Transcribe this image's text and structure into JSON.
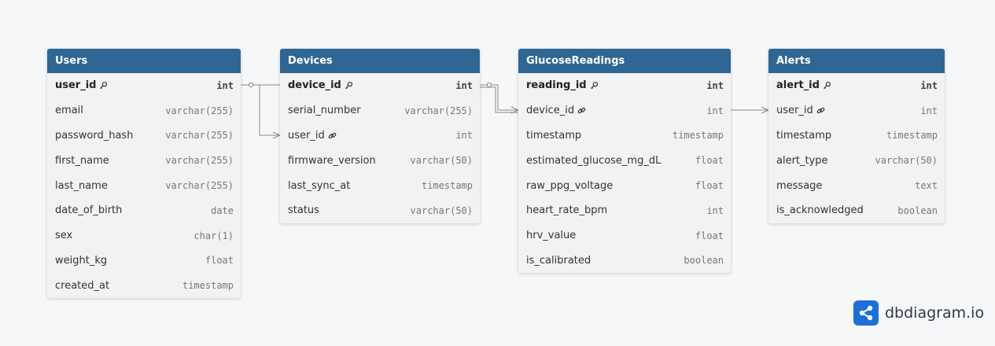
{
  "tables": {
    "users": {
      "name": "Users",
      "columns": [
        {
          "name": "user_id",
          "type": "int",
          "key": "pk"
        },
        {
          "name": "email",
          "type": "varchar(255)"
        },
        {
          "name": "password_hash",
          "type": "varchar(255)"
        },
        {
          "name": "first_name",
          "type": "varchar(255)"
        },
        {
          "name": "last_name",
          "type": "varchar(255)"
        },
        {
          "name": "date_of_birth",
          "type": "date"
        },
        {
          "name": "sex",
          "type": "char(1)"
        },
        {
          "name": "weight_kg",
          "type": "float"
        },
        {
          "name": "created_at",
          "type": "timestamp"
        }
      ]
    },
    "devices": {
      "name": "Devices",
      "columns": [
        {
          "name": "device_id",
          "type": "int",
          "key": "pk"
        },
        {
          "name": "serial_number",
          "type": "varchar(255)"
        },
        {
          "name": "user_id",
          "type": "int",
          "key": "fk"
        },
        {
          "name": "firmware_version",
          "type": "varchar(50)"
        },
        {
          "name": "last_sync_at",
          "type": "timestamp"
        },
        {
          "name": "status",
          "type": "varchar(50)"
        }
      ]
    },
    "glucose_readings": {
      "name": "GlucoseReadings",
      "columns": [
        {
          "name": "reading_id",
          "type": "int",
          "key": "pk"
        },
        {
          "name": "device_id",
          "type": "int",
          "key": "fk"
        },
        {
          "name": "timestamp",
          "type": "timestamp"
        },
        {
          "name": "estimated_glucose_mg_dL",
          "type": "float"
        },
        {
          "name": "raw_ppg_voltage",
          "type": "float"
        },
        {
          "name": "heart_rate_bpm",
          "type": "int"
        },
        {
          "name": "hrv_value",
          "type": "float"
        },
        {
          "name": "is_calibrated",
          "type": "boolean"
        }
      ]
    },
    "alerts": {
      "name": "Alerts",
      "columns": [
        {
          "name": "alert_id",
          "type": "int",
          "key": "pk"
        },
        {
          "name": "user_id",
          "type": "int",
          "key": "fk"
        },
        {
          "name": "timestamp",
          "type": "timestamp"
        },
        {
          "name": "alert_type",
          "type": "varchar(50)"
        },
        {
          "name": "message",
          "type": "text"
        },
        {
          "name": "is_acknowledged",
          "type": "boolean"
        }
      ]
    }
  },
  "relationships": [
    {
      "from": "Users.user_id",
      "to": "Devices.user_id"
    },
    {
      "from": "Devices.device_id",
      "to": "GlucoseReadings.device_id"
    },
    {
      "from": "GlucoseReadings.device_id",
      "to": "Alerts.user_id"
    }
  ],
  "branding": {
    "text": "dbdiagram.io",
    "logo_icon": "share-nodes-icon",
    "color": "#1d6fd6"
  },
  "colors": {
    "header": "#2f6693",
    "body": "#f2f2f2",
    "connector": "#888888"
  }
}
